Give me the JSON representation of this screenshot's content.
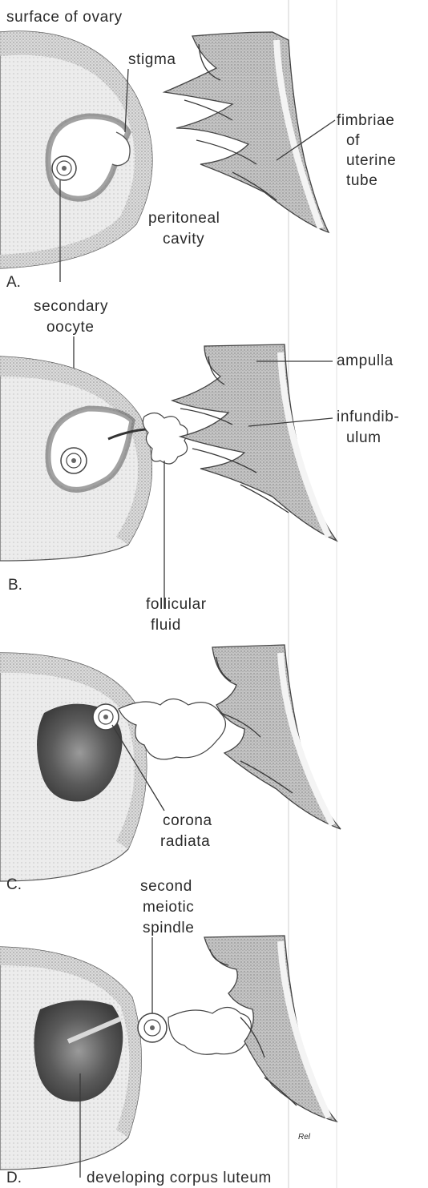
{
  "panels": [
    {
      "letter": "A.",
      "labels": {
        "surface": "surface of ovary",
        "stigma": "stigma",
        "fimbriae_1": "fimbriae",
        "fimbriae_2": "of",
        "fimbriae_3": "uterine",
        "fimbriae_4": "tube",
        "peritoneal_1": "peritoneal",
        "peritoneal_2": "cavity"
      }
    },
    {
      "letter": "B.",
      "labels": {
        "secondary_1": "secondary",
        "secondary_2": "oocyte",
        "ampulla": "ampulla",
        "infundib_1": "infundib-",
        "infundib_2": "ulum",
        "follicular_1": "follicular",
        "follicular_2": "fluid"
      }
    },
    {
      "letter": "C.",
      "labels": {
        "corona_1": "corona",
        "corona_2": "radiata"
      }
    },
    {
      "letter": "D.",
      "labels": {
        "spindle_1": "second",
        "spindle_2": "meiotic",
        "spindle_3": "spindle",
        "corpus": "developing corpus luteum",
        "signature": "Rel"
      }
    }
  ],
  "colors": {
    "ovary_fill": "#e6e6e6",
    "stipple_dark": "#8a8a8a",
    "tube_fill": "#bdbdbd",
    "corpus_fill": "#5e5e5e",
    "line": "#3a3a3a",
    "text": "#2a2a2a"
  }
}
